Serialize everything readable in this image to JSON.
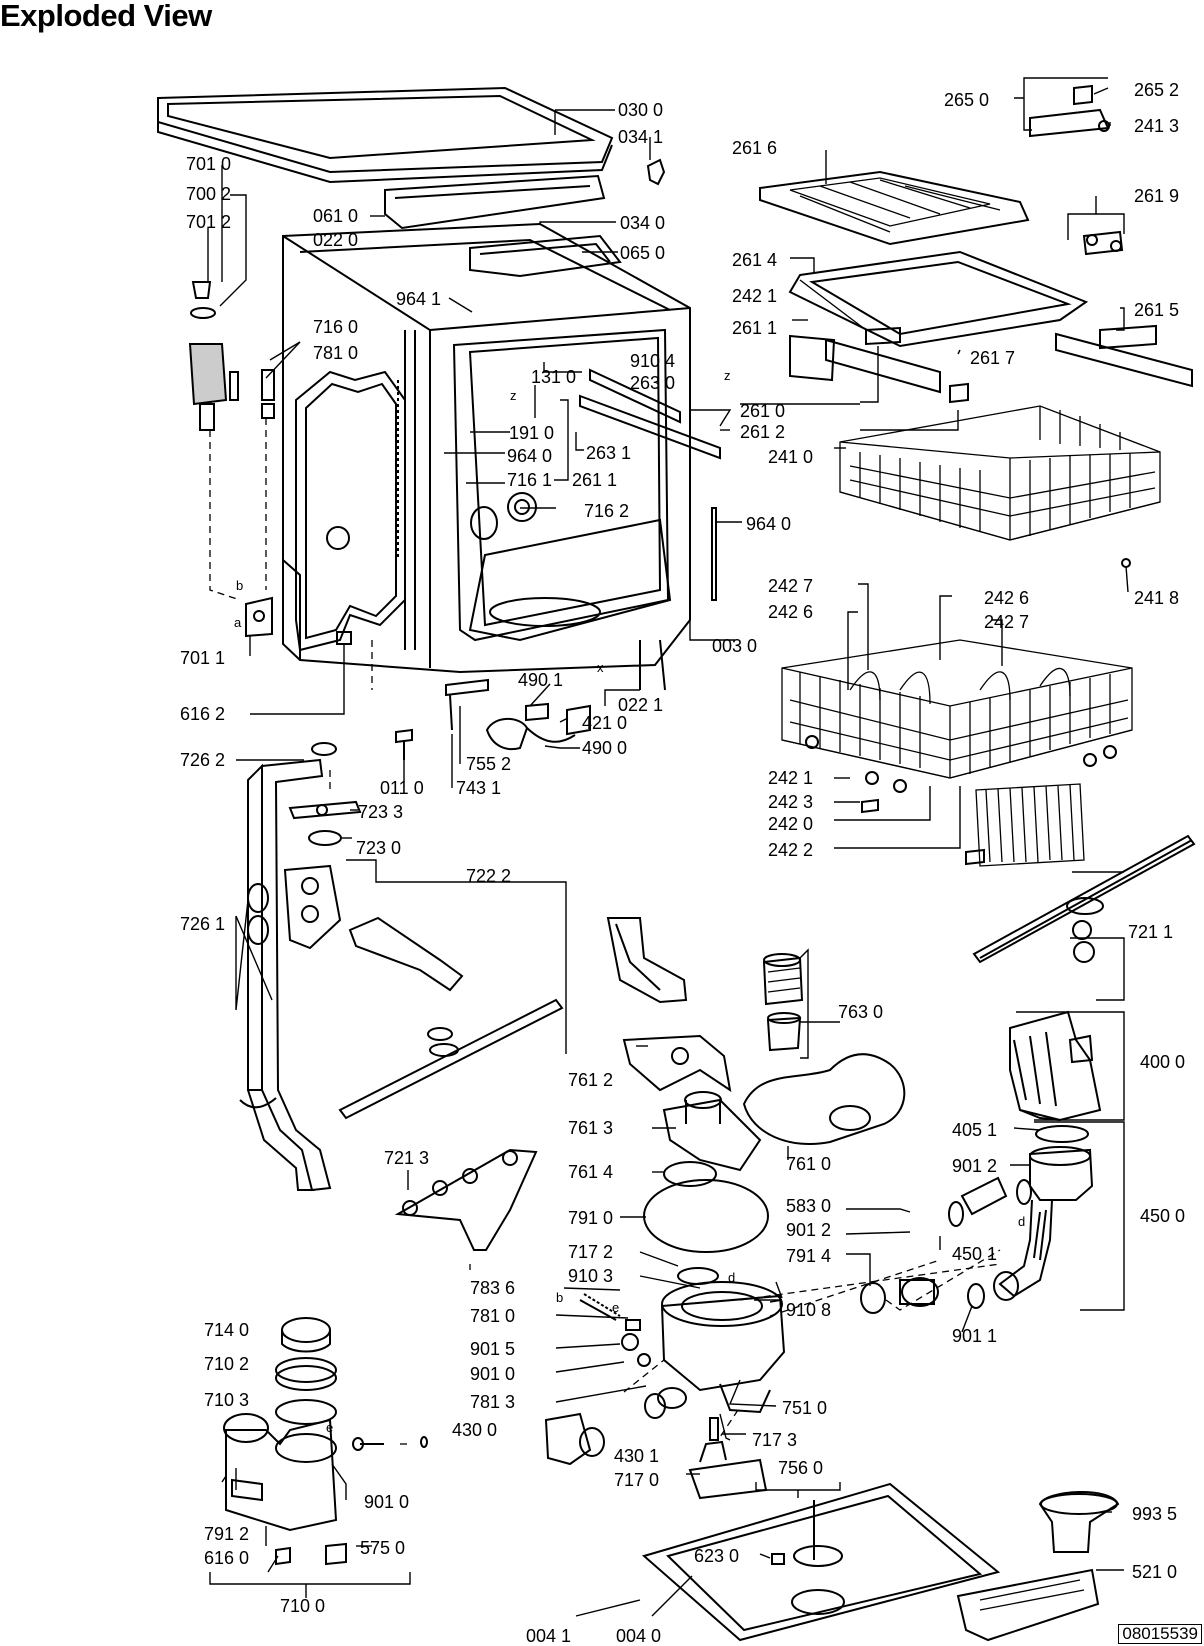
{
  "title": "Exploded View",
  "document_id": "08015539",
  "callouts": [
    "030 0",
    "034 1",
    "701 0",
    "700 2",
    "701 2",
    "061 0",
    "022 0",
    "034 0",
    "065 0",
    "964 1",
    "716 0",
    "781 0",
    "131 0",
    "910 4",
    "263 0",
    "191 0",
    "964 0",
    "716 1",
    "716 2",
    "261 1",
    "263 1",
    "261 0",
    "261 2",
    "003 0",
    "701 1",
    "616 2",
    "490 1",
    "421 0",
    "490 0",
    "022 1",
    "755 2",
    "743 1",
    "011 0",
    "726 2",
    "723 3",
    "723 0",
    "722 2",
    "726 1",
    "763 0",
    "761 2",
    "761 3",
    "761 4",
    "761 0",
    "721 3",
    "791 0",
    "717 2",
    "910 3",
    "783 6",
    "781 0",
    "901 5",
    "901 0",
    "781 3",
    "430 0",
    "430 1",
    "717 0",
    "717 3",
    "751 0",
    "910 8",
    "583 0",
    "901 2",
    "791 4",
    "450 1",
    "901 1",
    "405 1",
    "901 2",
    "400 0",
    "450 0",
    "721 1",
    "714 0",
    "710 2",
    "710 3",
    "901 0",
    "791 2",
    "616 0",
    "575 0",
    "710 0",
    "756 0",
    "623 0",
    "004 1",
    "004 0",
    "993 5",
    "521 0",
    "265 0",
    "265 2",
    "241 3",
    "261 6",
    "261 9",
    "261 4",
    "242 1",
    "261 1",
    "261 7",
    "261 5",
    "241 0",
    "241 8",
    "242 7",
    "242 6",
    "242 6",
    "242 7",
    "242 1",
    "242 3",
    "242 0",
    "242 2",
    "964 0"
  ],
  "letters": [
    "z",
    "z",
    "x",
    "b",
    "a",
    "b",
    "d",
    "e",
    "d",
    "e"
  ]
}
